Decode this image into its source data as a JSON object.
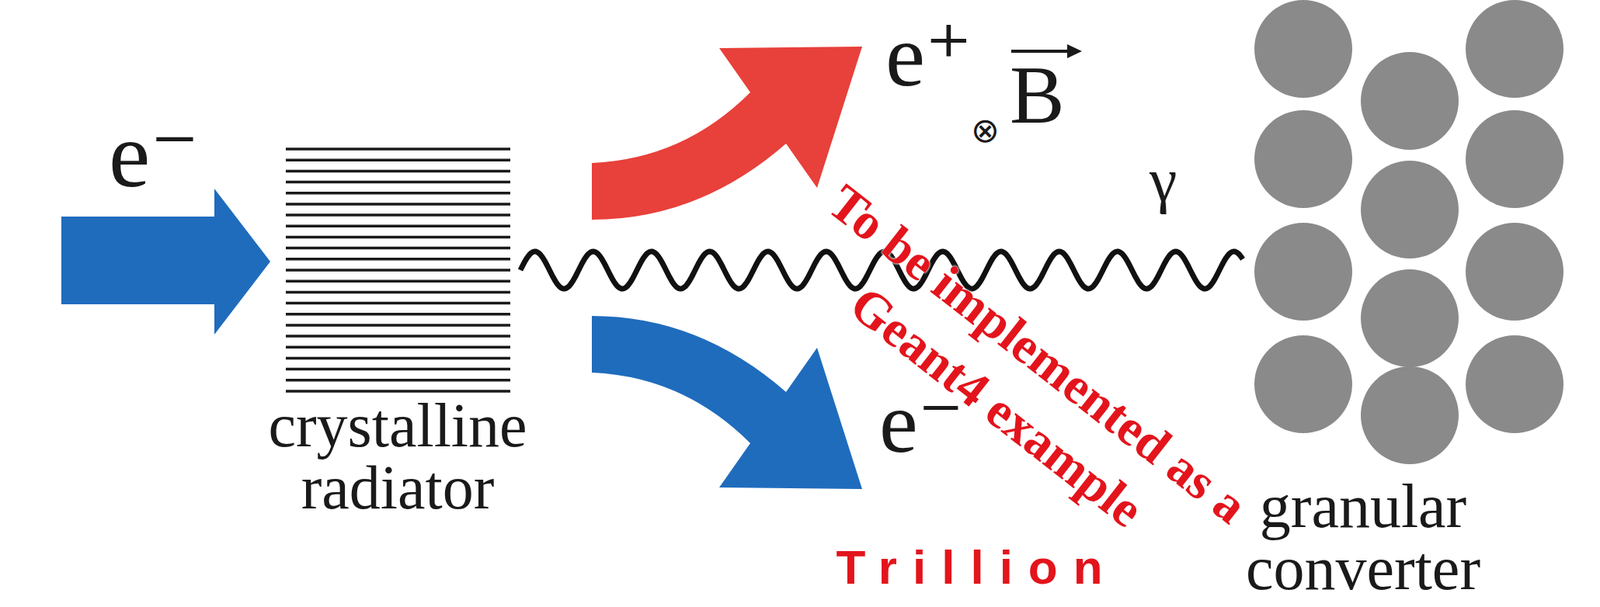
{
  "diagram": {
    "nodes": [
      {
        "text": [
          "crystalline radiator"
        ]
      },
      {
        "text": [
          "granular converter"
        ]
      }
    ],
    "edges": [
      {
        "from": 0,
        "to": 1,
        "arrow": "none",
        "label": "γ"
      }
    ],
    "labels": [
      "e⁻",
      "e⁺",
      "⊗",
      "B",
      "e⁻",
      "To be implemented as a Geant4 example",
      "Trillion"
    ]
  }
}
